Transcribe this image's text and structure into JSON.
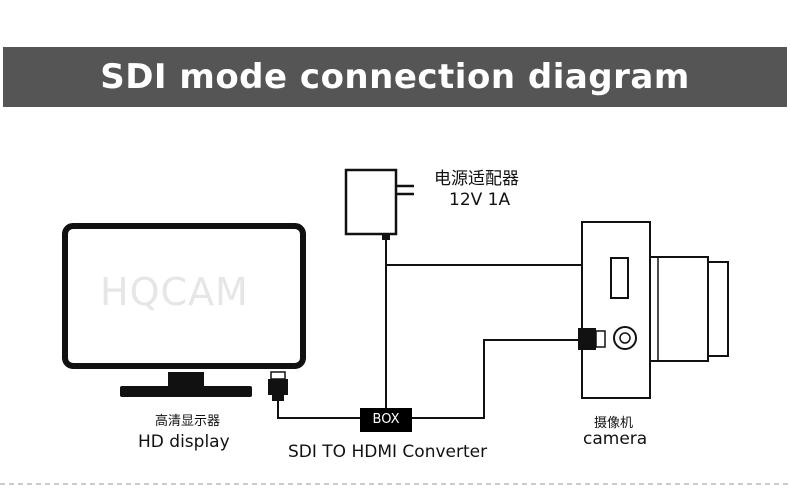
{
  "title": "SDI mode connection diagram",
  "watermark": "HQCAM",
  "adapter": {
    "label_cn": "电源适配器",
    "label_spec": "12V 1A"
  },
  "display": {
    "label_cn": "高清显示器",
    "label_en": "HD display"
  },
  "converter": {
    "box_label": "BOX",
    "label_en": "SDI TO HDMI Converter"
  },
  "camera": {
    "label_cn": "摄像机",
    "label_en": "camera"
  },
  "colors": {
    "banner": "#555555",
    "line": "#111111",
    "box": "#000000"
  }
}
